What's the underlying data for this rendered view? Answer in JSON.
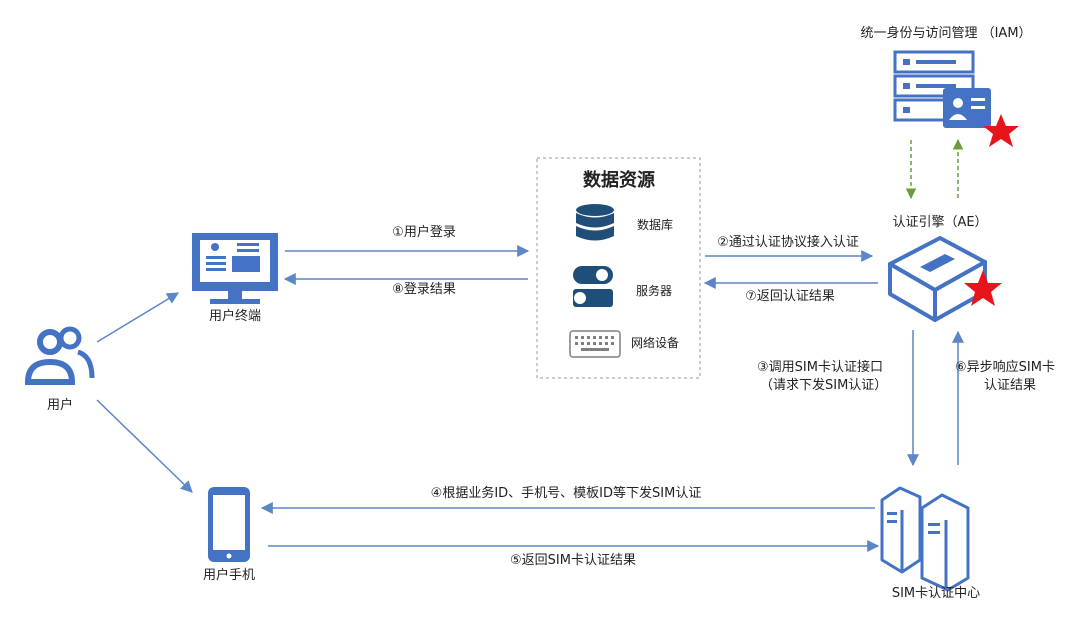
{
  "nodes": {
    "user": "用户",
    "terminal": "用户终端",
    "phone": "用户手机",
    "data_resources": {
      "title": "数据资源",
      "items": [
        "数据库",
        "服务器",
        "网络设备"
      ]
    },
    "iam": "统一身份与访问管理 （IAM）",
    "ae": "认证引擎（AE）",
    "sim_center": "SIM卡认证中心"
  },
  "edges": {
    "login": "①用户登录",
    "via_protocol": "②通过认证协议接入认证",
    "call_sim_line1": "③调用SIM卡认证接口",
    "call_sim_line2": "（请求下发SIM认证）",
    "dispatch_sim": "④根据业务ID、手机号、模板ID等下发SIM认证",
    "return_sim": "⑤返回SIM卡认证结果",
    "async_line1": "⑥异步响应SIM卡",
    "async_line2": "认证结果",
    "return_auth": "⑦返回认证结果",
    "login_result": "⑧登录结果"
  },
  "colors": {
    "blue": "#4472c4",
    "arrow": "#5b86c8",
    "dark_blue": "#1f4e79",
    "red_star": "#e8141b",
    "green_dash": "#6a9e3a"
  }
}
